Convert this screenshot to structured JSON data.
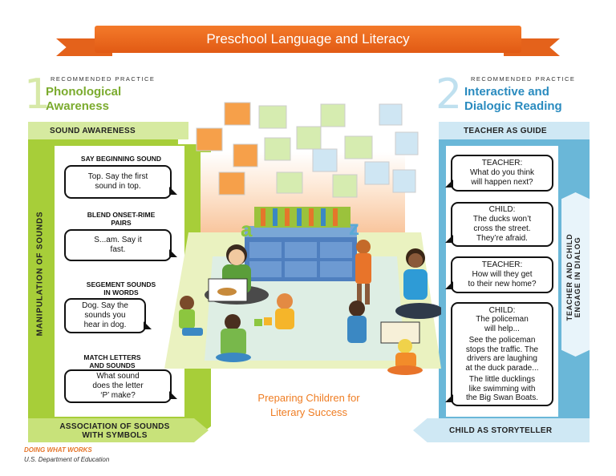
{
  "banner": {
    "title": "Preschool Language and Literacy"
  },
  "practice1": {
    "number": "1",
    "label": "RECOMMENDED PRACTICE",
    "title_line1": "Phonological",
    "title_line2": "Awareness",
    "top_label": "SOUND AWARENESS",
    "side_label": "MANIPULATION OF SOUNDS",
    "bottom_label_line1": "ASSOCIATION OF SOUNDS",
    "bottom_label_line2": "WITH SYMBOLS",
    "color": "#7bab2e",
    "items": [
      {
        "tag_line1": "SAY BEGINNING SOUND",
        "tag_line2": "",
        "bubble_line1": "Top. Say the first",
        "bubble_line2": "sound in top.",
        "bubble_line3": ""
      },
      {
        "tag_line1": "BLEND ONSET-RIME",
        "tag_line2": "PAIRS",
        "bubble_line1": "S...am. Say it",
        "bubble_line2": "fast.",
        "bubble_line3": ""
      },
      {
        "tag_line1": "SEGEMENT SOUNDS",
        "tag_line2": "IN WORDS",
        "bubble_line1": "Dog. Say the",
        "bubble_line2": "sounds you",
        "bubble_line3": "hear in dog."
      },
      {
        "tag_line1": "MATCH LETTERS",
        "tag_line2": "AND SOUNDS",
        "bubble_line1": "What sound",
        "bubble_line2": "does the letter",
        "bubble_line3": "‘P’ make?"
      }
    ]
  },
  "practice2": {
    "number": "2",
    "label": "RECOMMENDED PRACTICE",
    "title_line1": "Interactive and",
    "title_line2": "Dialogic Reading",
    "top_label": "TEACHER AS GUIDE",
    "side_label_line1": "TEACHER AND CHILD",
    "side_label_line2": "ENGAGE IN DIALOG",
    "bottom_label": "CHILD AS STORYTELLER",
    "color": "#2a8bbf",
    "dialog": [
      {
        "speaker": "TEACHER:",
        "line1": "What do you think",
        "line2": "will happen next?",
        "line3": ""
      },
      {
        "speaker": "CHILD:",
        "line1": "The ducks won’t",
        "line2": "cross the street.",
        "line3": "They’re afraid."
      },
      {
        "speaker": "TEACHER:",
        "line1": "How will they get",
        "line2": "to their new home?",
        "line3": ""
      }
    ],
    "story": {
      "speaker": "CHILD:",
      "p1_line1": "The policeman",
      "p1_line2": "will help...",
      "p2_line1": "See the policeman",
      "p2_line2": "stops the traffic. The",
      "p2_line3": "drivers are laughing",
      "p2_line4": "at the duck parade...",
      "p3_line1": "The little ducklings",
      "p3_line2": "like swimming with",
      "p3_line3": "the Big Swan Boats."
    }
  },
  "center": {
    "caption_line1": "Preparing Children for",
    "caption_line2": "Literary Success",
    "block_letter_a": "a",
    "block_letter_z": "z"
  },
  "footer": {
    "line1": "DOING WHAT WORKS",
    "line2": "U.S. Department of Education"
  }
}
